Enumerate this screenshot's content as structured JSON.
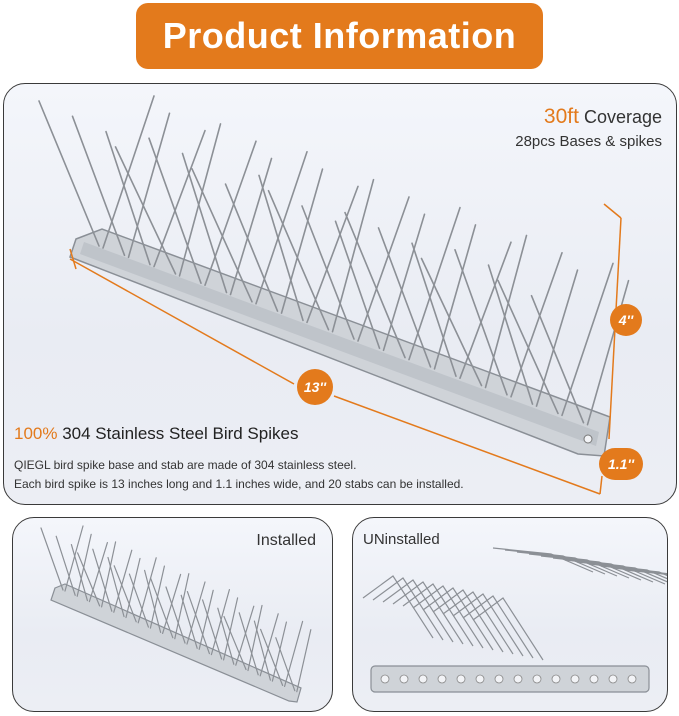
{
  "header": {
    "title": "Product Information"
  },
  "coverage": {
    "highlight": "30ft",
    "label": "Coverage",
    "detail": "28pcs Bases & spikes"
  },
  "dimensions": {
    "height": "4''",
    "length": "13''",
    "width": "1.1''"
  },
  "material": {
    "highlight": "100%",
    "label": "304 Stainless Steel Bird Spikes",
    "desc_line1": "QIEGL bird spike base and stab are made of 304 stainless steel.",
    "desc_line2": "Each bird spike is 13 inches long and 1.1 inches wide, and 20 stabs can be installed."
  },
  "installed": {
    "label": "Installed"
  },
  "uninstalled": {
    "label": "UNinstalled"
  },
  "colors": {
    "accent": "#e37a1c",
    "border": "#3a3a3a",
    "steel": "#8c9096"
  }
}
